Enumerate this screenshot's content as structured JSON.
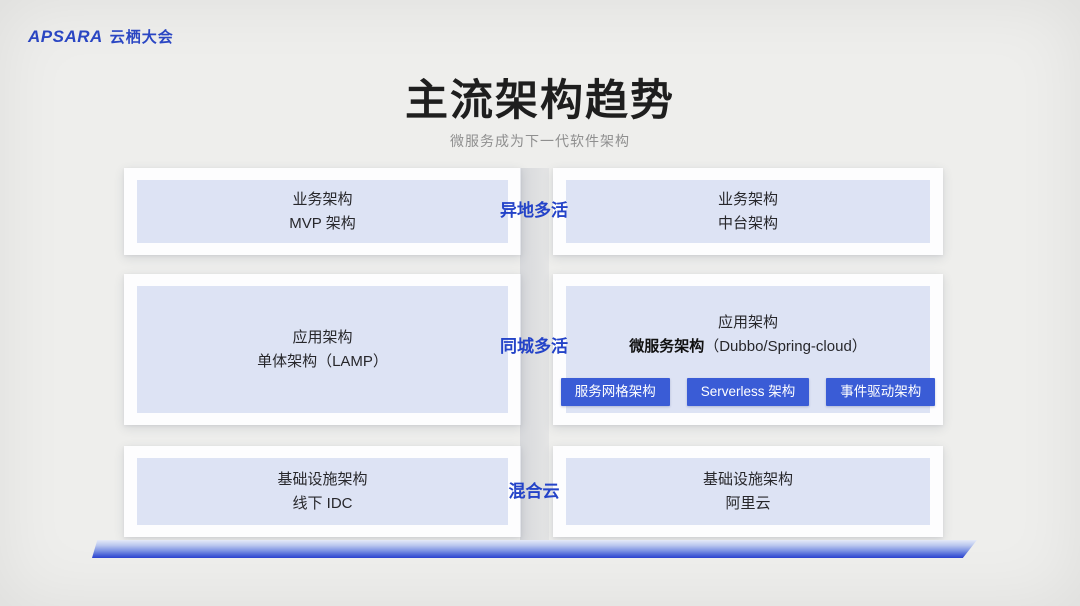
{
  "logo": {
    "brand": "APSARA",
    "event": "云栖大会"
  },
  "header": {
    "title": "主流架构趋势",
    "subtitle": "微服务成为下一代软件架构"
  },
  "colors": {
    "accent_blue": "#3a5cd6",
    "label_blue": "#2443c8",
    "panel_lavender": "#dde3f4",
    "page_background": "#eeeeec"
  },
  "rows": [
    {
      "left": {
        "lines": [
          "业务架构",
          "MVP 架构"
        ]
      },
      "center_label": "异地多活",
      "right": {
        "lines": [
          "业务架构",
          "中台架构"
        ]
      }
    },
    {
      "left": {
        "lines": [
          "应用架构",
          "单体架构（LAMP）"
        ]
      },
      "center_label": "同城多活",
      "right": {
        "line1": "应用架构",
        "line2_bold": "微服务架构",
        "line2_rest": "（Dubbo/Spring-cloud）",
        "buttons": [
          "服务网格架构",
          "Serverless 架构",
          "事件驱动架构"
        ]
      }
    },
    {
      "left": {
        "lines": [
          "基础设施架构",
          "线下 IDC"
        ]
      },
      "center_label": "混合云",
      "right": {
        "lines": [
          "基础设施架构",
          "阿里云"
        ]
      }
    }
  ]
}
